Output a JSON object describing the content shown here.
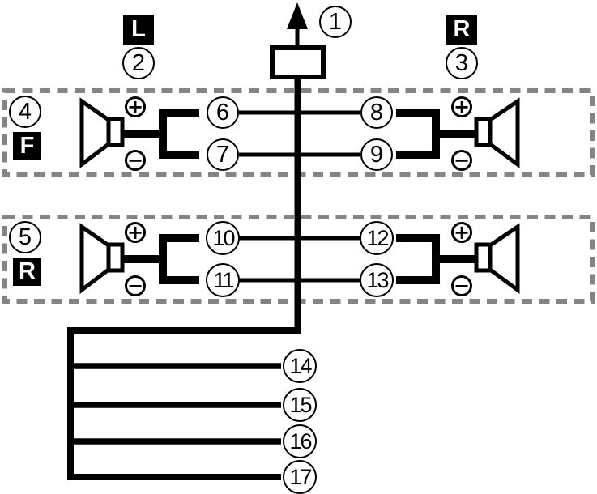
{
  "colors": {
    "line": "#000000",
    "dashed_zone_border": "#848484",
    "background": "#ffffff",
    "badge_bg": "#000000",
    "badge_text": "#ffffff"
  },
  "antenna": {
    "callout": "1"
  },
  "channels": {
    "left": {
      "badge": "L",
      "callout": "2"
    },
    "right": {
      "badge": "R",
      "callout": "3"
    }
  },
  "speaker_rows": [
    {
      "callout": "4",
      "badge": "F",
      "wires": {
        "left_top": "6",
        "left_bottom": "7",
        "right_top": "8",
        "right_bottom": "9"
      }
    },
    {
      "callout": "5",
      "badge": "R",
      "wires": {
        "left_top": "10",
        "left_bottom": "11",
        "right_top": "12",
        "right_bottom": "13"
      }
    }
  ],
  "polarity": {
    "plus": "+",
    "minus": "−"
  },
  "bottom_wires": {
    "callouts": [
      "14",
      "15",
      "16",
      "17"
    ]
  },
  "icons": {
    "antenna": "up-arrow",
    "speaker": "speaker-horn",
    "connector": "plug-rectangle"
  }
}
